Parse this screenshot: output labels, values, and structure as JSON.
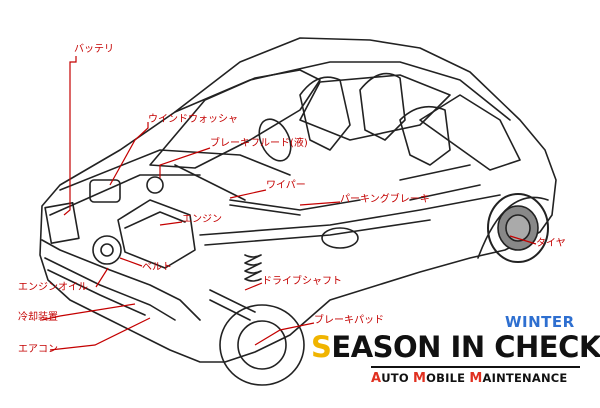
{
  "labels": {
    "battery": "バッテリ",
    "washer": "ウインドウォッシャ",
    "brake_fluid": "ブレーキフルード(液)",
    "wiper": "ワイパー",
    "parking_brake": "パーキングブレーキ",
    "engine": "エンジン",
    "tire": "タイヤ",
    "belt": "ベルト",
    "drive_shaft": "ドライブシャフト",
    "engine_oil": "エンジンオイル",
    "coolant": "冷却装置",
    "brake_pad": "ブレーキパッド",
    "aircon": "エアコン"
  },
  "logo": {
    "winter": "WINTER",
    "season_first": "S",
    "season_rest": "EASON IN CHECK",
    "sub": [
      {
        "cap": "A",
        "rest": "UTO "
      },
      {
        "cap": "M",
        "rest": "OBILE "
      },
      {
        "cap": "M",
        "rest": "AINTENANCE"
      }
    ]
  },
  "colors": {
    "leader": "#c40000",
    "winter": "#2e6fd0",
    "season_s": "#f0b400",
    "subtitle_caps": "#e03020",
    "drawing": "#222222"
  }
}
